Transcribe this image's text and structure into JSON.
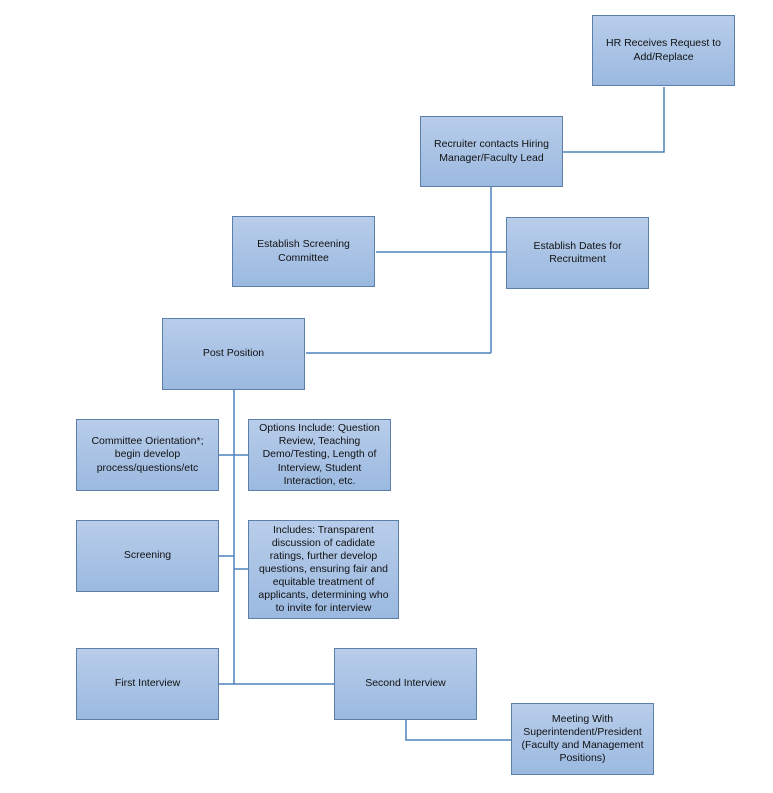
{
  "nodes": {
    "hr_request": "HR Receives Request to Add/Replace",
    "recruiter": "Recruiter contacts Hiring Manager/Faculty Lead",
    "screening_committee": "Establish Screening Committee",
    "dates": "Establish Dates for Recruitment",
    "post": "Post Position",
    "orientation": "Committee  Orientation*; begin develop process/questions/etc",
    "options": "Options Include: Question Review, Teaching Demo/Testing, Length of Interview, Student Interaction, etc.",
    "screening": "Screening",
    "includes": "Includes: Transparent discussion of cadidate ratings, further develop questions, ensuring fair and equitable treatment of applicants, determining who to invite for interview",
    "first_interview": "First Interview",
    "second_interview": "Second Interview",
    "meeting": "Meeting With Superintendent/President (Faculty and Management Positions)"
  },
  "colors": {
    "box_fill_top": "#b8cdea",
    "box_fill_bottom": "#9bb9e0",
    "box_border": "#5b7fa8",
    "connector": "#4f81bd"
  }
}
